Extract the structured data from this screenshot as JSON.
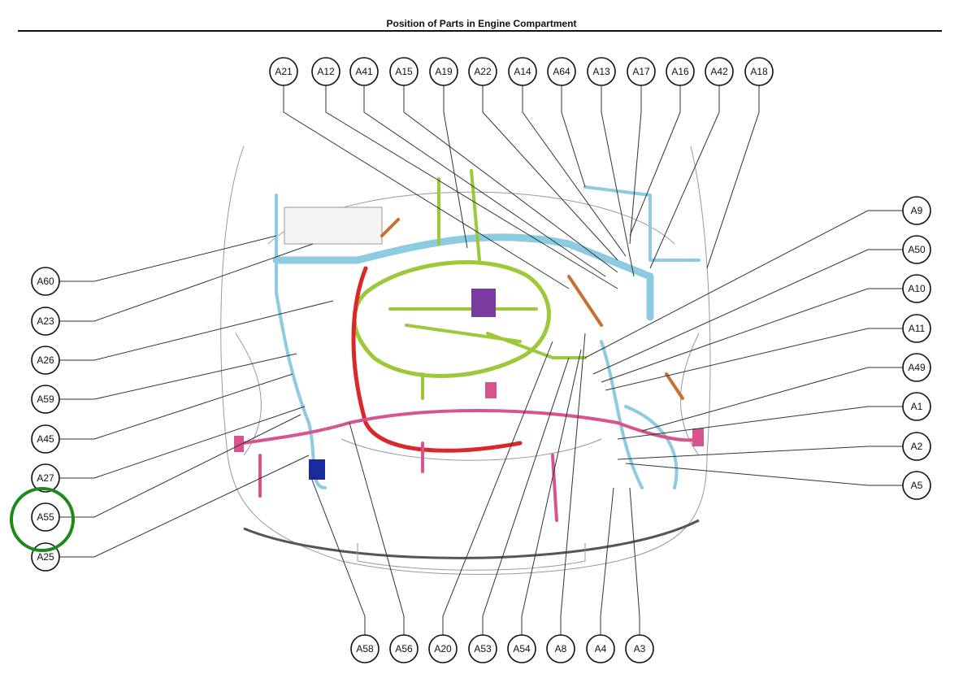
{
  "title": "Position of Parts in Engine Compartment",
  "callouts": {
    "top": [
      "A21",
      "A12",
      "A41",
      "A15",
      "A19",
      "A22",
      "A14",
      "A64",
      "A13",
      "A17",
      "A16",
      "A42",
      "A18"
    ],
    "left": [
      "A60",
      "A23",
      "A26",
      "A59",
      "A45",
      "A27",
      "A55",
      "A25"
    ],
    "right": [
      "A9",
      "A50",
      "A10",
      "A11",
      "A49",
      "A1",
      "A2",
      "A5"
    ],
    "bottom": [
      "A58",
      "A56",
      "A20",
      "A53",
      "A54",
      "A8",
      "A4",
      "A3"
    ]
  },
  "highlighted": "A55",
  "colors": {
    "highlight": "#1a8a1a",
    "harness_green": "#9cc83a",
    "harness_blue": "#8ccbe0",
    "harness_red": "#d8282a",
    "harness_pink": "#d8548f",
    "harness_orange": "#c87030",
    "harness_purple": "#7a3aa0"
  }
}
